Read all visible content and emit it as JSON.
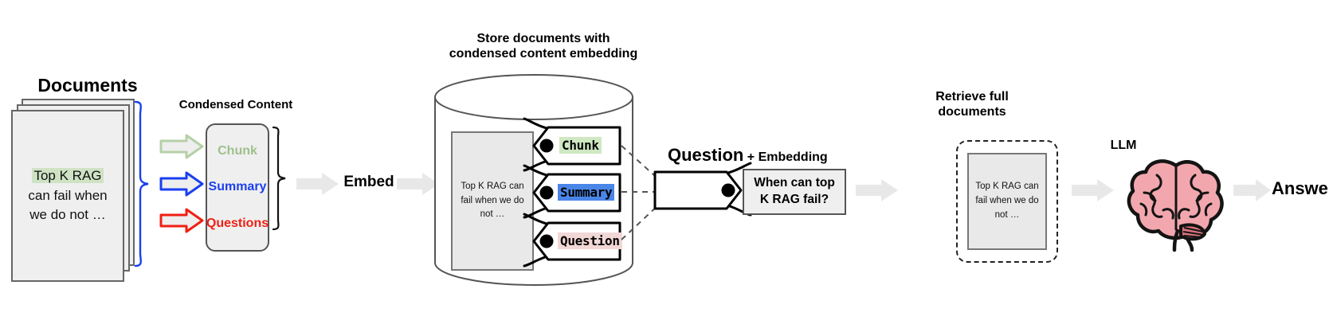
{
  "diagram": {
    "title_semantic": "rag-pipeline-with-condensed-content-embedding",
    "documents": {
      "heading": "Documents",
      "sheet_count": 3,
      "body_highlight": "Top K RAG",
      "body_line2": "can fail when",
      "body_line3": "we do not …"
    },
    "condensed": {
      "heading": "Condensed Content",
      "items": [
        {
          "label": "Chunk",
          "color": "#9ec08d",
          "arrow_color": "#b5d0a8"
        },
        {
          "label": "Summary",
          "color": "#1a3ff0",
          "arrow_color": "#1a3ff0"
        },
        {
          "label": "Questions",
          "color": "#f01f13",
          "arrow_color": "#f01f13"
        }
      ]
    },
    "embed": {
      "label": "Embed",
      "arrow_color": "#e8e8e8"
    },
    "store": {
      "heading_line1": "Store documents with",
      "heading_line2": "condensed content embedding",
      "doc_text_line1": "Top K RAG can",
      "doc_text_line2": "fail when we do",
      "doc_text_line3": "not …",
      "tags": [
        {
          "label": "Chunk",
          "highlight": "#cfe8c2"
        },
        {
          "label": "Summary",
          "highlight": "#4a86e8"
        },
        {
          "label": "Question",
          "highlight": "#f2d7d7"
        }
      ]
    },
    "question": {
      "heading_bold": "Question",
      "heading_rest": " + Embedding",
      "box_line1": "When can top",
      "box_line2": "K RAG fail?"
    },
    "retrieve": {
      "heading_line1": "Retrieve full",
      "heading_line2": "documents",
      "doc_text_line1": "Top K RAG can",
      "doc_text_line2": "fail when we do",
      "doc_text_line3": "not …"
    },
    "llm": {
      "label": "LLM",
      "brain_fill": "#f2a7ae",
      "brain_stroke": "#1a1a1a"
    },
    "answer": {
      "label": "Answer"
    },
    "palette": {
      "arrow_gray": "#e8e8e8",
      "panel_gray": "#efefef",
      "stroke_gray": "#666666",
      "brace_blue": "#1a3ff0",
      "dash_gray": "#555555"
    }
  }
}
